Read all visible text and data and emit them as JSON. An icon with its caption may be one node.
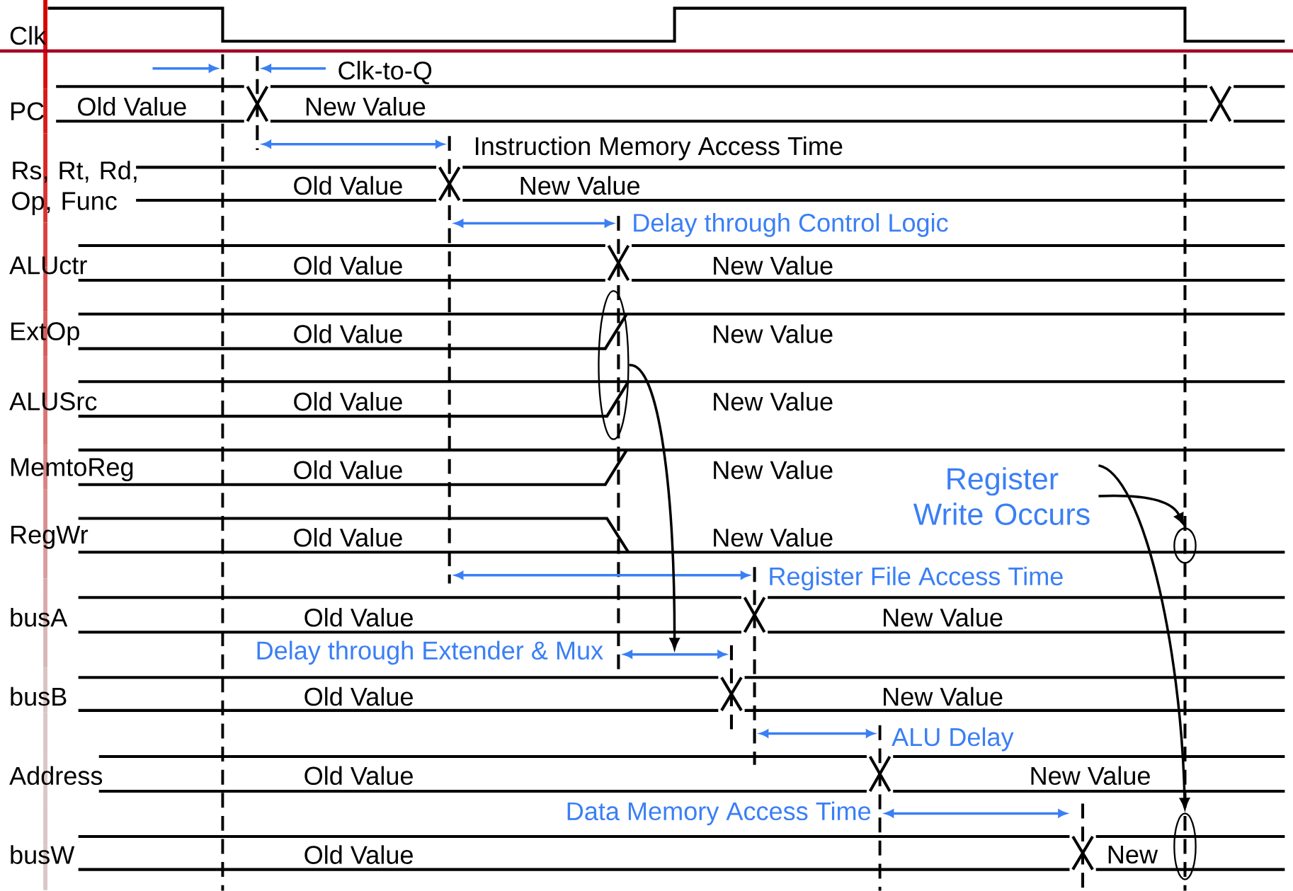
{
  "diagram": {
    "nodes": [
      {
        "text": [
          "Register Write Occurs"
        ]
      },
      {
        "text": [],
        "shape": "ellipse"
      },
      {
        "text": [],
        "shape": "ellipse"
      },
      {
        "text": [],
        "shape": "ellipse"
      }
    ],
    "edges": [
      {
        "from": 0,
        "to": 1,
        "arrow": "to"
      },
      {
        "from": 0,
        "to": 2,
        "arrow": "to"
      },
      {
        "from": 3,
        "to": null,
        "arrow": "to"
      }
    ],
    "labels": [
      "Clk",
      "Clk-to-Q",
      "PC",
      "Old Value",
      "New Value",
      "Instruction Memory Access Time",
      "Rs, Rt, Rd, Op, Func",
      "Old Value",
      "New Value",
      "Delay through Control Logic",
      "ALUctr",
      "Old Value",
      "New Value",
      "ExtOp",
      "Old Value",
      "New Value",
      "ALUSrc",
      "Old Value",
      "New Value",
      "MemtoReg",
      "Old Value",
      "New Value",
      "RegWr",
      "Old Value",
      "New Value",
      "Register File Access Time",
      "busA",
      "Old Value",
      "New Value",
      "Delay through Extender & Mux",
      "busB",
      "Old Value",
      "New Value",
      "ALU Delay",
      "Address",
      "Old Value",
      "New Value",
      "Data Memory Access Time",
      "busW",
      "Old Value",
      "New"
    ]
  }
}
